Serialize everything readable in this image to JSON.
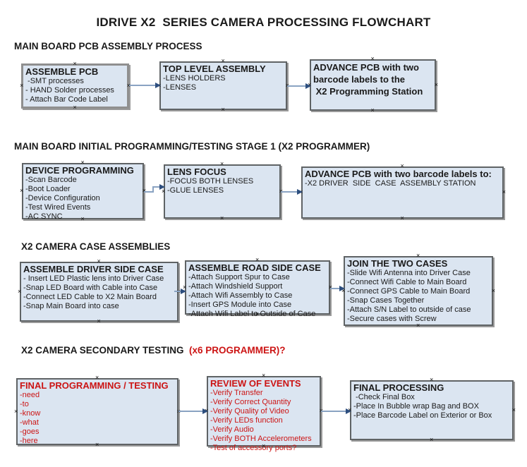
{
  "title": "IDRIVE X2  SERIES CAMERA PROCESSING FLOWCHART",
  "colors": {
    "box_fill": "#dbe5f1",
    "box_border": "#5f6365",
    "connector_line": "#8aa3c2",
    "connector_arrow": "#2d4e7e",
    "red_text": "#cc1414"
  },
  "icons": {
    "connection_handle": "×"
  },
  "sections": [
    {
      "heading": "MAIN BOARD PCB ASSEMBLY PROCESS",
      "boxes": [
        {
          "title": "ASSEMBLE PCB",
          "items": [
            " -SMT processes",
            "- HAND Solder processes",
            "- Attach Bar Code Label"
          ]
        },
        {
          "title": "TOP LEVEL ASSEMBLY",
          "items": [
            "-LENS HOLDERS",
            "-LENSES"
          ]
        },
        {
          "title": "ADVANCE PCB with two",
          "items": [
            "barcode labels to the",
            " X2 Programming Station"
          ]
        }
      ]
    },
    {
      "heading": "MAIN BOARD INITIAL PROGRAMMING/TESTING STAGE 1 (X2 PROGRAMMER)",
      "boxes": [
        {
          "title": "DEVICE PROGRAMMING",
          "items": [
            "-Scan Barcode",
            "-Boot Loader",
            "-Device Configuration",
            "-Test Wired Events",
            "-AC SYNC"
          ]
        },
        {
          "title": "LENS FOCUS",
          "items": [
            "-FOCUS BOTH LENSES",
            "-GLUE LENSES"
          ]
        },
        {
          "title": "ADVANCE PCB with two barcode labels to:",
          "items": [
            "-X2 DRIVER  SIDE  CASE  ASSEMBLY STATION"
          ]
        }
      ]
    },
    {
      "heading": "X2 CAMERA CASE ASSEMBLIES",
      "boxes": [
        {
          "title": "ASSEMBLE DRIVER SIDE CASE",
          "items": [
            "- Insert LED Plastic lens into Driver Case",
            "-Snap LED Board with Cable into Case",
            "-Connect LED Cable to X2 Main Board",
            "-Snap Main Board into case"
          ]
        },
        {
          "title": "ASSEMBLE ROAD SIDE CASE",
          "items": [
            "-Attach Support Spur to Case",
            "-Attach Windshield Support",
            "-Attach Wifi Assembly to Case",
            "-Insert GPS Module into Case",
            "-Attach Wifi Label to Outside of Case"
          ]
        },
        {
          "title": "JOIN THE TWO CASES",
          "items": [
            "-Slide Wifi Antenna into Driver Case",
            "-Connect Wifi Cable to Main Board",
            "-Connect GPS Cable to Main Board",
            "-Snap Cases Together",
            "-Attach S/N Label to outside of case",
            "-Secure cases with Screw"
          ]
        }
      ]
    },
    {
      "heading": "X2 CAMERA SECONDARY TESTING",
      "heading_suffix": "  (x6 PROGRAMMER)?",
      "boxes": [
        {
          "title": "FINAL PROGRAMMING / TESTING",
          "items": [
            "-need",
            "-to",
            "-know",
            "-what",
            "-goes",
            "-here"
          ]
        },
        {
          "title": "REVIEW OF EVENTS",
          "items": [
            "-Verify Transfer",
            "-Verify Correct Quantity",
            "-Verify Quality of Video",
            "-Verify LEDs function",
            "-Verify Audio",
            "-Verify BOTH Accelerometers",
            "-Test of accessory ports?"
          ]
        },
        {
          "title": "FINAL PROCESSING",
          "items": [
            " -Check Final Box",
            "-Place In Bubble wrap Bag and BOX",
            "-Place Barcode Label on Exterior or Box"
          ]
        }
      ]
    }
  ]
}
